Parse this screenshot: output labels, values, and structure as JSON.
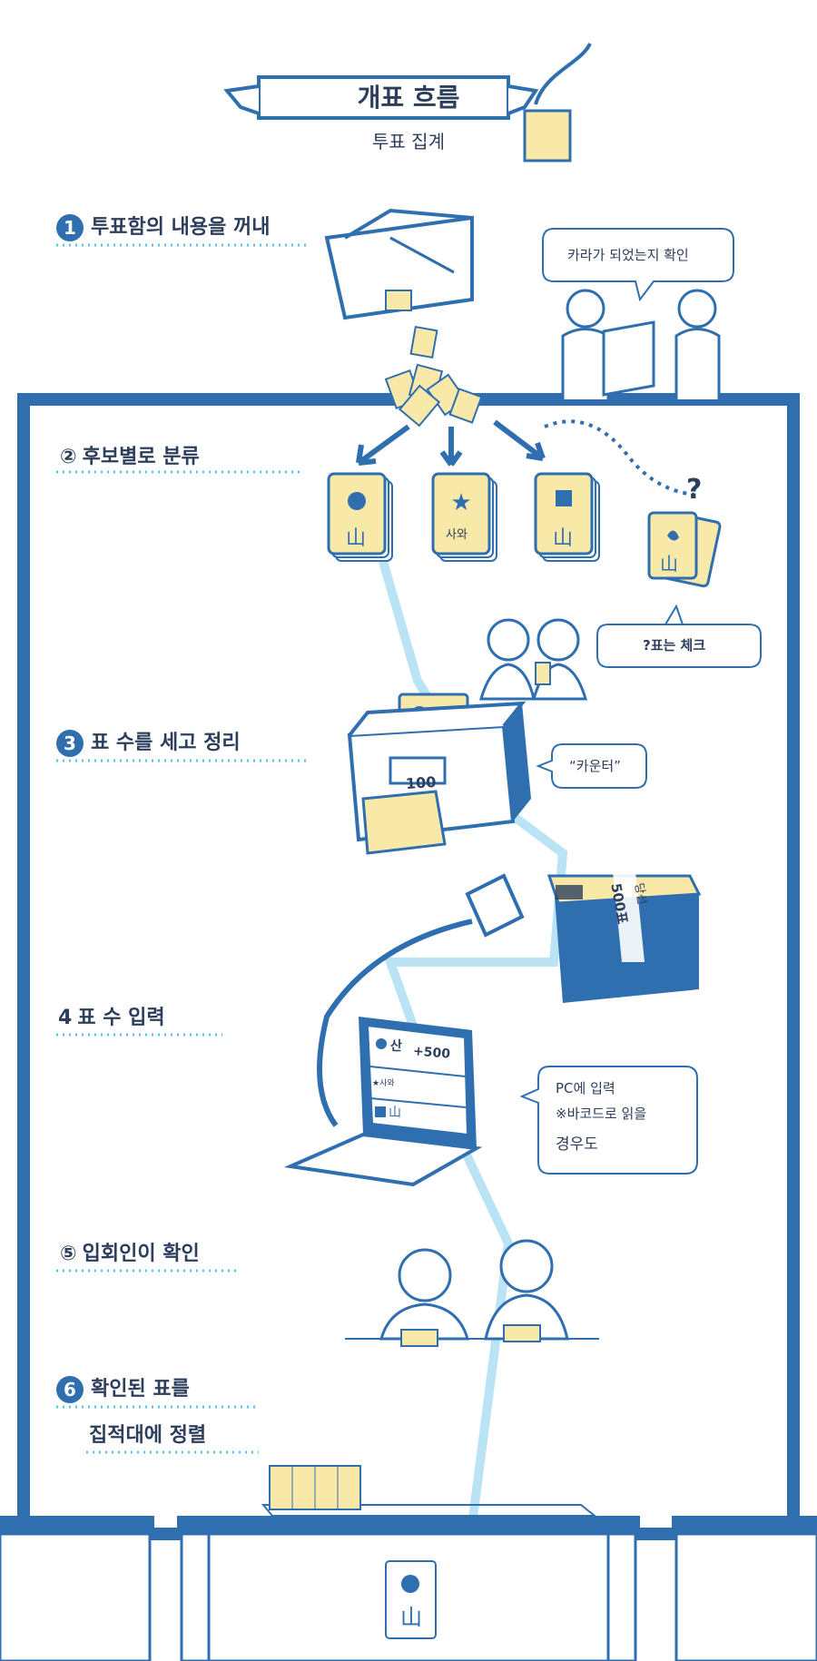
{
  "banner": {
    "title": "개표 흐름",
    "subtitle": "투표 집계"
  },
  "steps": [
    {
      "marker": "1",
      "label": "투표함의 내용을 꺼내"
    },
    {
      "marker": "②",
      "label": "후보별로 분류"
    },
    {
      "marker": "3",
      "label": "표 수를 세고 정리"
    },
    {
      "marker": "4",
      "label": "표 수 입력"
    },
    {
      "marker": "⑤",
      "label": "입회인이 확인"
    },
    {
      "marker": "6",
      "label_line1": "확인된 표를",
      "label_line2": "집적대에 정렬"
    }
  ],
  "bubbles": {
    "check_empty": "카라가 되었는지 확인",
    "question_check": "?표는 체크",
    "counter": "“카운터”",
    "pc_line1": "PC에 입력",
    "pc_line2": "※바코드로 읽을",
    "pc_line3": "경우도"
  },
  "cards": {
    "mark_mountain": "山",
    "mark_sawa": "사와",
    "question": "?"
  },
  "counter_display": "100",
  "bundle_label": "500표",
  "bundle_tag": "당선",
  "laptop": {
    "row1_name": "산",
    "row1_value": "+500",
    "row2_name": "★사와",
    "row3_mark": "山"
  },
  "table_mark": "山",
  "colors": {
    "accent": "#2f6fb0",
    "card": "#f9e9a8",
    "line": "#9fd3ef",
    "ink": "#2c3e5c"
  }
}
